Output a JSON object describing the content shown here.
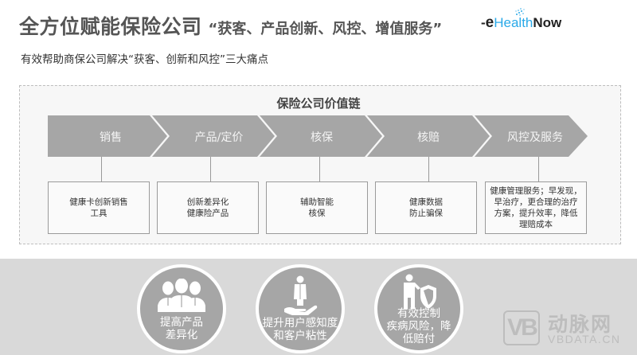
{
  "header": {
    "title_main": "全方位赋能保险公司",
    "title_quote": "“获客、产品创新、风控、增值服务”",
    "subtitle": "有效帮助商保公司解决“获客、创新和风控”三大痛点"
  },
  "logo": {
    "dash": "-",
    "e": "e",
    "health": "Health",
    "now": "Now",
    "accent_color": "#2aa9e8"
  },
  "value_chain": {
    "title": "保险公司价值链",
    "stages": [
      {
        "label": "销售",
        "description": "健康卡创新销售\n工具"
      },
      {
        "label": "产品/定价",
        "description": "创新差异化\n健康险产品"
      },
      {
        "label": "核保",
        "description": "辅助智能\n核保"
      },
      {
        "label": "核赔",
        "description": "健康数据\n防止骗保"
      },
      {
        "label": "风控及服务",
        "description": "健康管理服务；早发现，\n早治疗，更合理的治疗\n方案，提升效率，降低\n理赔成本"
      }
    ],
    "chevron_color": "#a6a6a6"
  },
  "benefits": [
    {
      "icon": "people-group-icon",
      "label": "提高产品\n差异化"
    },
    {
      "icon": "hand-holding-person-icon",
      "label": "提升用户感知度\n和客户粘性"
    },
    {
      "icon": "person-shield-icon",
      "label": "有效控制\n疾病风险，降\n低赔付"
    }
  ],
  "watermark": {
    "mark": "VB",
    "cn": "动脉网",
    "en": "VBDATA.CN"
  }
}
